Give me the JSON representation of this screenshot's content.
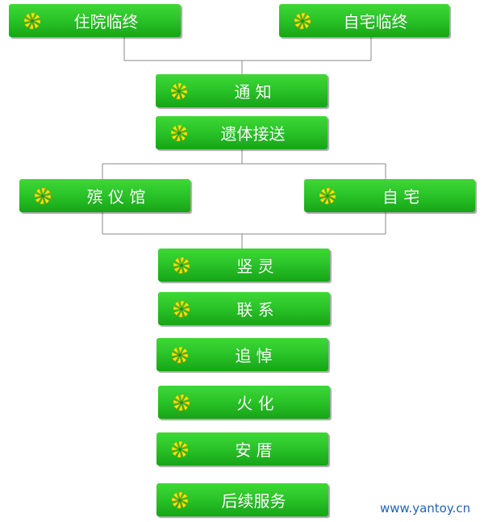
{
  "flow": {
    "top": {
      "left": "住院临终",
      "right": "自宅临终"
    },
    "notify": "通 知",
    "transport": "遗体接送",
    "branch": {
      "left": "殡 仪 馆",
      "right": "自 宅"
    },
    "steps": [
      "竖 灵",
      "联 系",
      "追 悼",
      "火 化",
      "安 厝",
      "后续服务"
    ]
  },
  "icon": "flower-icon",
  "colors": {
    "node": "#2bc52a",
    "icon_petals": "#ffe600",
    "line": "#888888",
    "watermark": "#1f63b8"
  },
  "watermark": "www.yantoy.cn"
}
